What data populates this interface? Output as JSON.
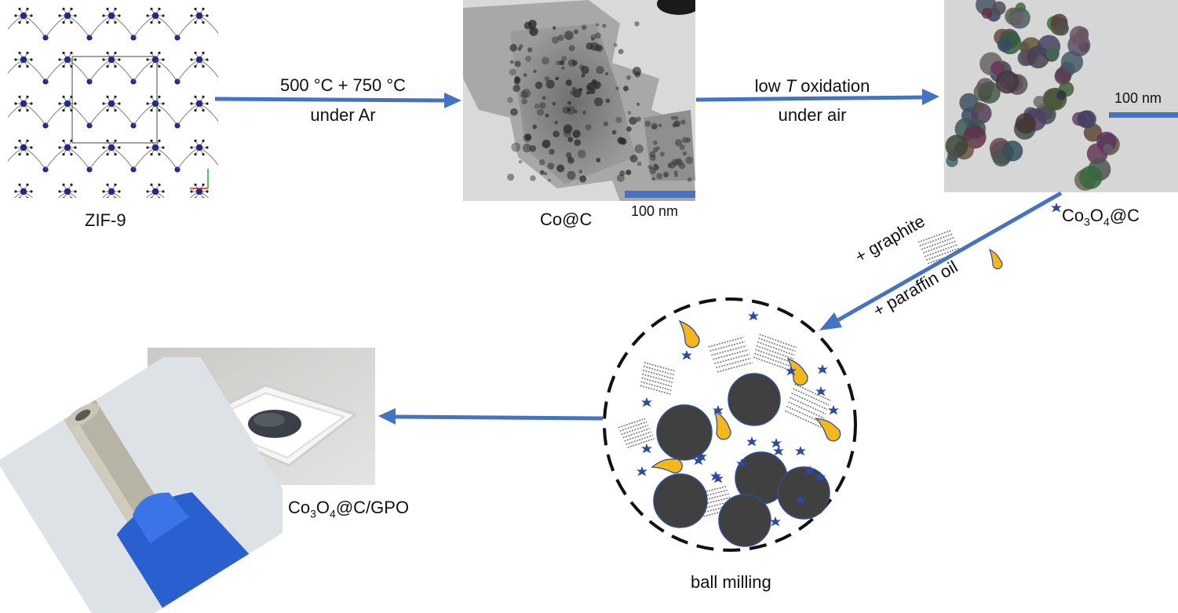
{
  "labels": {
    "zif": "ZIF-9",
    "step1_line1": "500 °C + 750 °C",
    "step1_line2": "under Ar",
    "coc": "Co@C",
    "scale1": "100 nm",
    "step2_pre": "low ",
    "step2_T": "T",
    "step2_post": " oxidation",
    "step2_line2": "under air",
    "scale2": "100 nm",
    "co3o4_prefix": "Co",
    "co3o4_sub1": "3",
    "co3o4_mid": "O",
    "co3o4_sub2": "4",
    "co3o4_suffix": "@C",
    "additive1": "+ graphite",
    "additive2": "+ paraffin oil",
    "ball_milling": "ball milling",
    "product_prefix": "Co",
    "product_sub1": "3",
    "product_mid": "O",
    "product_sub2": "4",
    "product_suffix": "@C/GPO"
  },
  "colors": {
    "arrow": "#4472c4",
    "ball": "#404040",
    "ball_edge": "#2f4f8f",
    "oil": "#f4b81c",
    "star": "#2e4aa0",
    "graphite": "#777777"
  },
  "icons": {
    "structure": "zif-crystal-lattice",
    "micrograph": "tem-image",
    "oil": "oil-drop-icon",
    "particle": "star-particle-icon",
    "graphite": "graphite-flake-icon",
    "photo": "electrode-photo"
  }
}
